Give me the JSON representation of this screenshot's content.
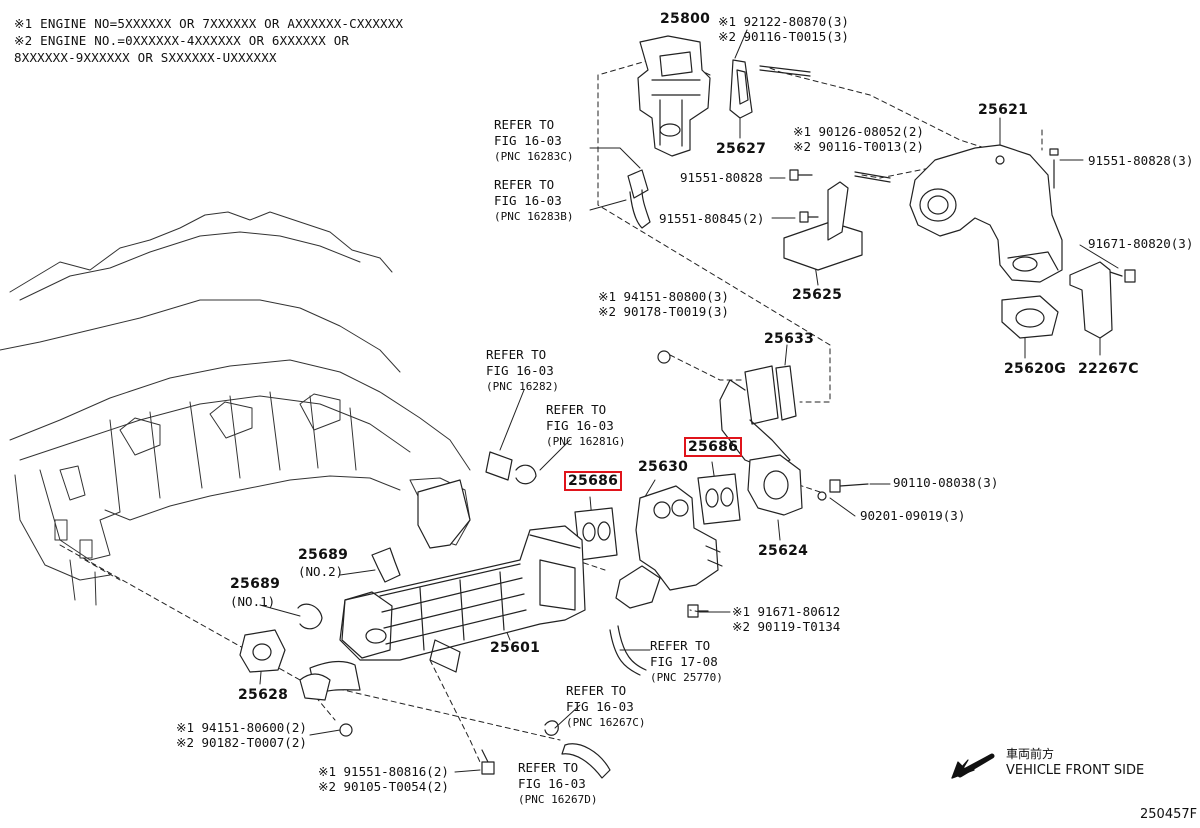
{
  "notes": [
    "※1 ENGINE NO=5XXXXXX OR 7XXXXXX OR AXXXXXX-CXXXXXX",
    "※2 ENGINE NO.=0XXXXXX-4XXXXXX OR 6XXXXXX OR",
    "8XXXXXX-9XXXXXX OR SXXXXXX-UXXXXXX"
  ],
  "parts": {
    "p25800": "25800",
    "p25627": "25627",
    "p25621": "25621",
    "p25625": "25625",
    "p25620g": "25620G",
    "p22267c": "22267C",
    "p25633": "25633",
    "p25686a": "25686",
    "p25686b": "25686",
    "p25630": "25630",
    "p25624": "25624",
    "p25689no2": "25689",
    "p25689no1": "25689",
    "p25601": "25601",
    "p25628": "25628",
    "no2": "(NO.2)",
    "no1": "(NO.1)"
  },
  "fasteners": {
    "f1a": "※1 92122-80870(3)",
    "f1b": "※2 90116-T0015(3)",
    "f2a": "※1 90126-08052(2)",
    "f2b": "※2 90116-T0013(2)",
    "f3": "91551-80828(3)",
    "f4": "91551-80828",
    "f5": "91551-80845(2)",
    "f6": "91671-80820(3)",
    "f7a": "※1 94151-80800(3)",
    "f7b": "※2 90178-T0019(3)",
    "f8": "90110-08038(3)",
    "f9": "90201-09019(3)",
    "f10a": "※1 91671-80612",
    "f10b": "※2 90119-T0134",
    "f11a": "※1 94151-80600(2)",
    "f11b": "※2 90182-T0007(2)",
    "f12a": "※1 91551-80816(2)",
    "f12b": "※2 90105-T0054(2)"
  },
  "refs": [
    {
      "l1": "REFER TO",
      "l2": "FIG 16-03",
      "l3": "(PNC 16283C)"
    },
    {
      "l1": "REFER TO",
      "l2": "FIG 16-03",
      "l3": "(PNC 16283B)"
    },
    {
      "l1": "REFER TO",
      "l2": "FIG 16-03",
      "l3": "(PNC 16282)"
    },
    {
      "l1": "REFER TO",
      "l2": "FIG 16-03",
      "l3": "(PNC 16281G)"
    },
    {
      "l1": "REFER TO",
      "l2": "FIG 17-08",
      "l3": "(PNC 25770)"
    },
    {
      "l1": "REFER TO",
      "l2": "FIG 16-03",
      "l3": "(PNC 16267C)"
    },
    {
      "l1": "REFER TO",
      "l2": "FIG 16-03",
      "l3": "(PNC 16267D)"
    }
  ],
  "direction": {
    "jp": "車両前方",
    "en": "VEHICLE FRONT SIDE"
  },
  "figure_code": "250457F",
  "highlight_color": "#e0141b"
}
